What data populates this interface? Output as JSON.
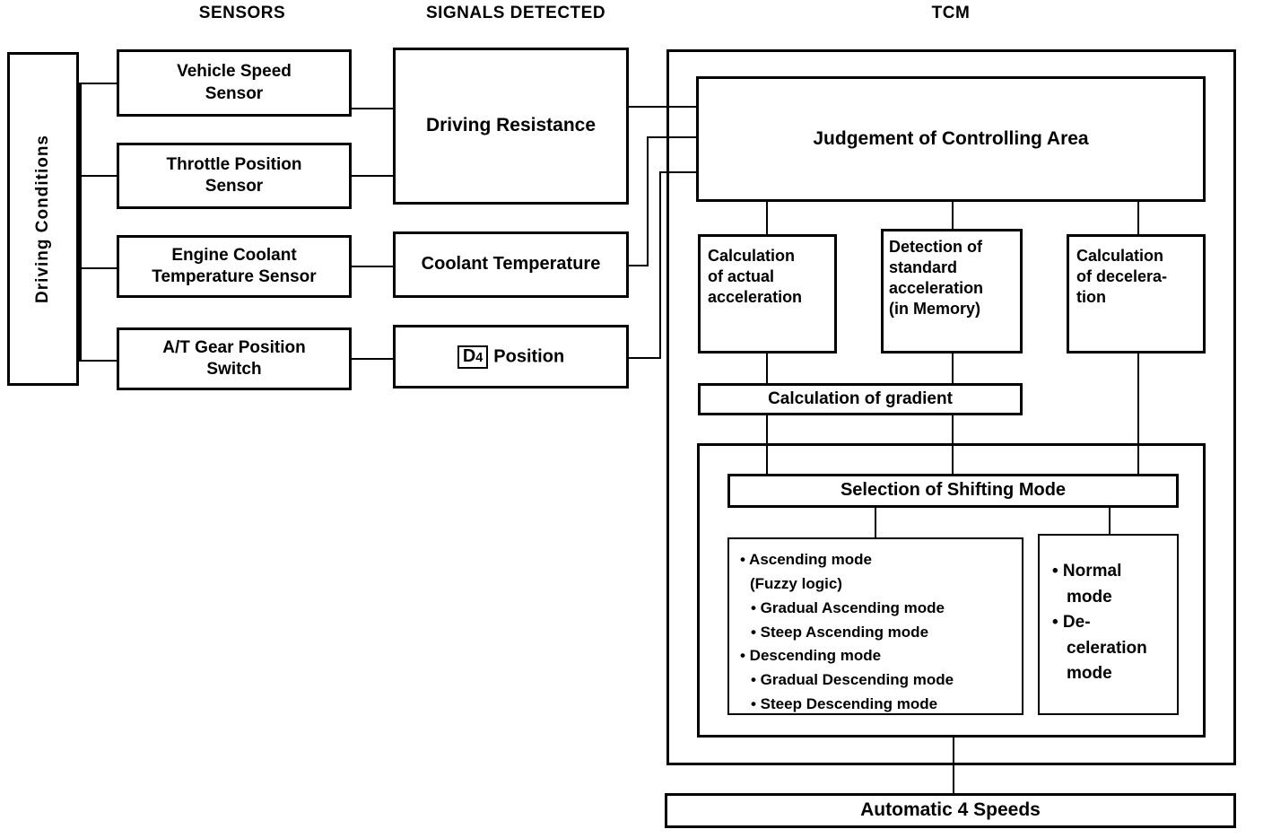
{
  "headers": {
    "sensors": "SENSORS",
    "signals": "SIGNALS DETECTED",
    "tcm": "TCM"
  },
  "driving_conditions": {
    "label": "Driving Conditions"
  },
  "sensors": [
    {
      "id": "vehicle-speed-sensor",
      "line1": "Vehicle Speed",
      "line2": "Sensor"
    },
    {
      "id": "throttle-position-sensor",
      "line1": "Throttle Position",
      "line2": "Sensor"
    },
    {
      "id": "engine-coolant-temperature-sensor",
      "line1": "Engine Coolant",
      "line2": "Temperature Sensor"
    },
    {
      "id": "at-gear-position-switch",
      "line1": "A/T Gear Position",
      "line2": "Switch"
    }
  ],
  "signals": [
    {
      "id": "driving-resistance",
      "label": "Driving Resistance"
    },
    {
      "id": "coolant-temperature",
      "label": "Coolant Temperature"
    },
    {
      "id": "d4-position",
      "badge": "D",
      "badge_sub": "4",
      "label": "Position"
    }
  ],
  "tcm": {
    "judgement": "Judgement of Controlling Area",
    "calc_actual": "Calculation of actual acceleration",
    "calc_actual_lines": [
      "Calculation",
      "of actual",
      "acceleration"
    ],
    "detection_standard_lines": [
      "Detection of",
      "standard",
      "acceleration",
      "(in Memory)"
    ],
    "calc_deceleration_lines": [
      "Calculation",
      "of decelera-",
      "tion"
    ],
    "calc_gradient": "Calculation of gradient",
    "selection_shifting_mode": "Selection of Shifting Mode",
    "modes_left": [
      {
        "text": "• Ascending mode",
        "level": 1
      },
      {
        "text": "(Fuzzy logic)",
        "level": 0
      },
      {
        "text": "• Gradual Ascending mode",
        "level": 2
      },
      {
        "text": "• Steep Ascending mode",
        "level": 2
      },
      {
        "text": "• Descending mode",
        "level": 1
      },
      {
        "text": "• Gradual Descending mode",
        "level": 2
      },
      {
        "text": "• Steep Descending mode",
        "level": 2
      }
    ],
    "modes_right": [
      {
        "text": "• Normal",
        "indent": false
      },
      {
        "text": "mode",
        "indent": true
      },
      {
        "text": "• De-",
        "indent": false
      },
      {
        "text": "celeration",
        "indent": true
      },
      {
        "text": "mode",
        "indent": true
      }
    ]
  },
  "output": {
    "label": "Automatic 4 Speeds"
  },
  "colors": {
    "stroke": "#000000",
    "background": "#ffffff"
  }
}
